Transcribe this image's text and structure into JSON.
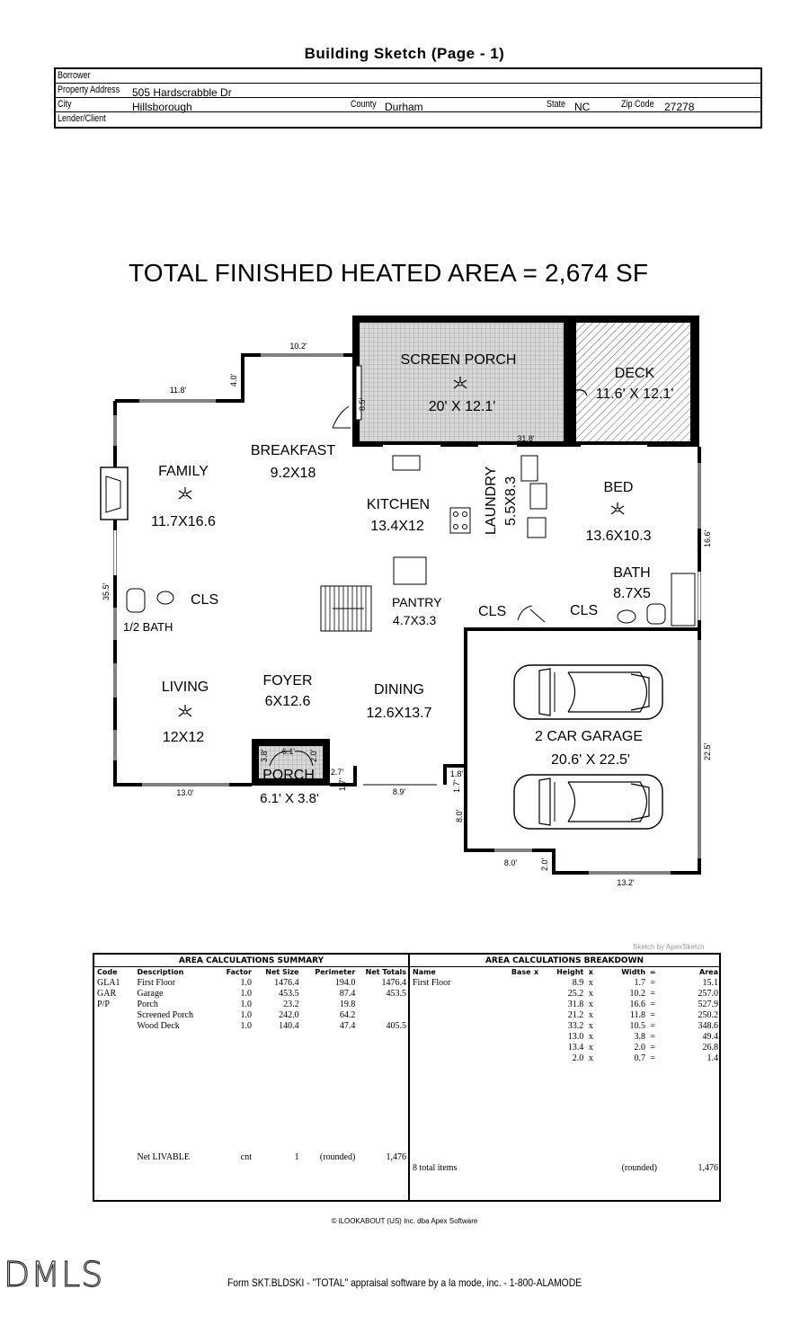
{
  "title": "Building Sketch (Page - 1)",
  "header": {
    "borrower_label": "Borrower",
    "borrower_value": "",
    "address_label": "Property Address",
    "address_value": "505 Hardscrabble Dr",
    "city_label": "City",
    "city_value": "Hillsborough",
    "county_label": "County",
    "county_value": "Durham",
    "state_label": "State",
    "state_value": "NC",
    "zip_label": "Zip Code",
    "zip_value": "27278",
    "lender_label": "Lender/Client",
    "lender_value": ""
  },
  "total_area": "TOTAL FINISHED HEATED AREA = 2,674 SF",
  "rooms": {
    "screen_porch": "SCREEN PORCH",
    "screen_porch_dim": "20' X 12.1'",
    "deck": "DECK",
    "deck_dim": "11.6' X 12.1'",
    "breakfast": "BREAKFAST",
    "breakfast_dim": "9.2X18",
    "family": "FAMILY",
    "family_dim": "11.7X16.6",
    "kitchen": "KITCHEN",
    "kitchen_dim": "13.4X12",
    "laundry": "LAUNDRY",
    "laundry_dim": "5.5X8.3",
    "bed": "BED",
    "bed_dim": "13.6X10.3",
    "bath": "BATH",
    "bath_dim": "8.7X5",
    "cls_left": "CLS",
    "half_bath": "1/2 BATH",
    "pantry": "PANTRY",
    "pantry_dim": "4.7X3.3",
    "cls_mid": "CLS",
    "cls_right": "CLS",
    "living": "LIVING",
    "living_dim": "12X12",
    "foyer": "FOYER",
    "foyer_dim": "6X12.6",
    "dining": "DINING",
    "dining_dim": "12.6X13.7",
    "garage": "2 CAR GARAGE",
    "garage_dim": "20.6' X 22.5'",
    "porch": "PORCH",
    "porch_dim": "6.1' X 3.8'"
  },
  "dimensions": {
    "d_10_2": "10.2'",
    "d_11_8": "11.8'",
    "d_4_0": "4.0'",
    "d_8_5": "8.5'",
    "d_31_8": "31.8'",
    "d_16_6": "16.6'",
    "d_35_5": "35.5'",
    "d_22_5": "22.5'",
    "d_13_0": "13.0'",
    "d_2_7": "2.7'",
    "d_1_7a": "1.7'",
    "d_6_1": "6.1'",
    "d_2_0a": "2.0'",
    "d_3_8": "3.8'",
    "d_8_9": "8.9'",
    "d_1_8": "1.8'",
    "d_1_7b": "1.7'",
    "d_8_0v": "8.0'",
    "d_8_0h": "8.0'",
    "d_2_0b": "2.0'",
    "d_13_2": "13.2'"
  },
  "summary": {
    "title": "AREA CALCULATIONS SUMMARY",
    "headers": [
      "Code",
      "Description",
      "Factor",
      "Net Size",
      "Perimeter",
      "Net Totals"
    ],
    "rows": [
      [
        "GLA1",
        "First Floor",
        "1.0",
        "1476.4",
        "194.0",
        "1476.4"
      ],
      [
        "GAR",
        "Garage",
        "1.0",
        "453.5",
        "87.4",
        "453.5"
      ],
      [
        "P/P",
        "Porch",
        "1.0",
        "23.2",
        "19.8",
        ""
      ],
      [
        "",
        "Screened Porch",
        "1.0",
        "242.0",
        "64.2",
        ""
      ],
      [
        "",
        "Wood Deck",
        "1.0",
        "140.4",
        "47.4",
        "405.5"
      ]
    ],
    "footer": [
      "Net LIVABLE",
      "cnt",
      "1",
      "(rounded)",
      "1,476"
    ]
  },
  "breakdown": {
    "title": "AREA CALCULATIONS BREAKDOWN",
    "headers": [
      "Name",
      "Base",
      "x",
      "Height",
      "x",
      "Width",
      "=",
      "Area"
    ],
    "name": "First Floor",
    "rows": [
      [
        "8.9",
        "x",
        "1.7",
        "=",
        "15.1"
      ],
      [
        "25.2",
        "x",
        "10.2",
        "=",
        "257.0"
      ],
      [
        "31.8",
        "x",
        "16.6",
        "=",
        "527.9"
      ],
      [
        "21.2",
        "x",
        "11.8",
        "=",
        "250.2"
      ],
      [
        "33.2",
        "x",
        "10.5",
        "=",
        "348.6"
      ],
      [
        "13.0",
        "x",
        "3.8",
        "=",
        "49.4"
      ],
      [
        "13.4",
        "x",
        "2.0",
        "=",
        "26.8"
      ],
      [
        "2.0",
        "x",
        "0.7",
        "=",
        "1.4"
      ]
    ],
    "footer": [
      "8 total items",
      "(rounded)",
      "1,476"
    ]
  },
  "sketch_by": "Sketch by ApexSketch",
  "copyright": "© iLOOKABOUT (US) Inc. dba Apex Software",
  "mls_logo": "DMLS",
  "footer": "Form SKT.BLDSKI - \"TOTAL\" appraisal software by a la mode, inc. - 1-800-ALAMODE"
}
